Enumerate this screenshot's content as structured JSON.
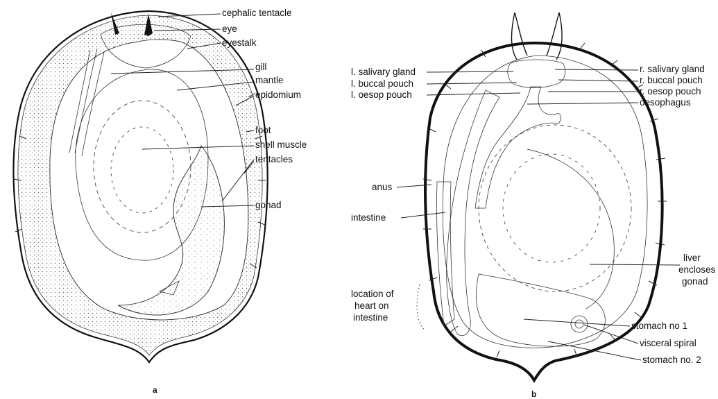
{
  "figure_a": {
    "sub_label": "a",
    "labels": [
      "cephalic tentacle",
      "eye",
      "eyestalk",
      "gill",
      "mantle",
      "epidomium",
      "foot",
      "shell muscle",
      "tentacles",
      "gonad"
    ]
  },
  "figure_b": {
    "sub_label": "b",
    "left_labels": [
      "l. salivary gland",
      "l. buccal pouch",
      "l. oesop pouch",
      "anus",
      "intestine",
      "location of",
      "heart on",
      "intestine"
    ],
    "right_labels": [
      "r. salivary gland",
      "r. buccal pouch",
      "r. oesop pouch",
      "oesophagus",
      "liver",
      "encloses",
      "gonad",
      "stomach no 1",
      "visceral spiral",
      "stomach no. 2"
    ]
  },
  "colors": {
    "ink": "#111111",
    "paper": "#ffffff"
  }
}
